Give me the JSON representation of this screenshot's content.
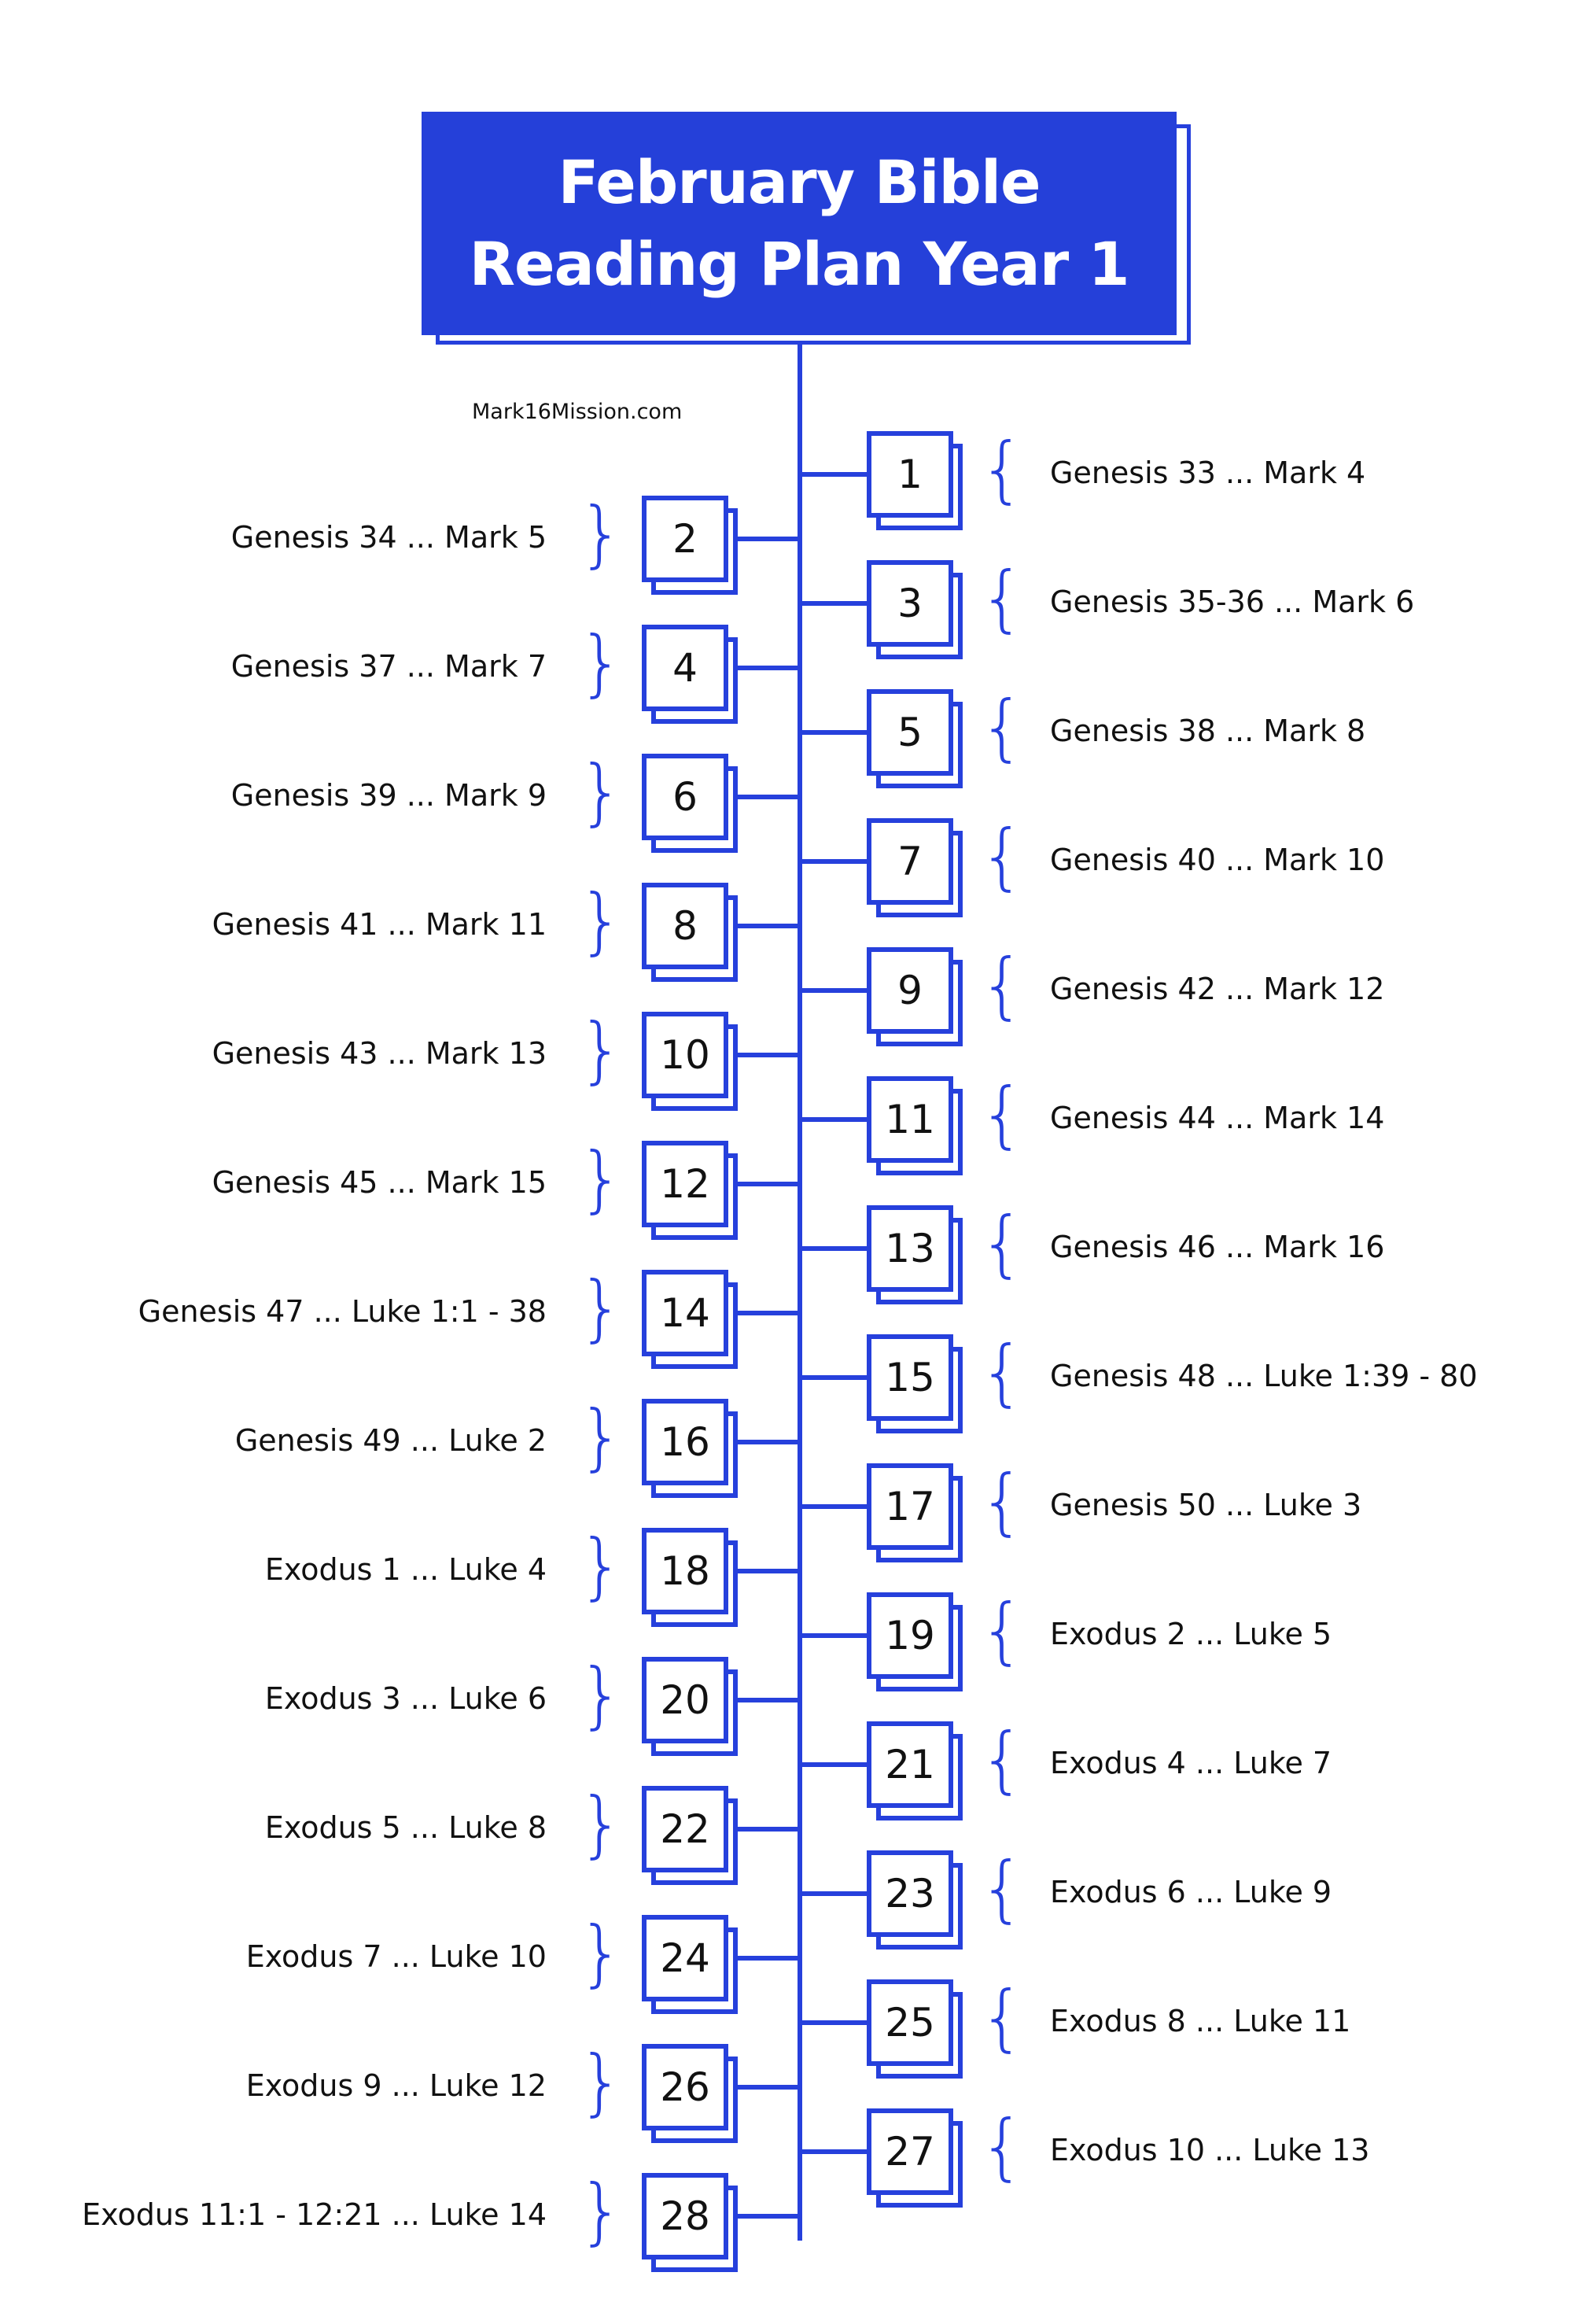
{
  "header": {
    "title_line1": "February Bible",
    "title_line2": "Reading Plan Year 1",
    "site": "Mark16Mission.com"
  },
  "colors": {
    "accent": "#2540d9",
    "text": "#111111",
    "background": "#ffffff"
  },
  "icons": {
    "brace_left": "{",
    "brace_right": "}"
  },
  "days": [
    {
      "day": "1",
      "reading": "Genesis 33 ... Mark 4"
    },
    {
      "day": "2",
      "reading": "Genesis 34 ... Mark 5"
    },
    {
      "day": "3",
      "reading": "Genesis 35-36 ... Mark 6"
    },
    {
      "day": "4",
      "reading": "Genesis 37 ... Mark 7"
    },
    {
      "day": "5",
      "reading": "Genesis 38 ... Mark 8"
    },
    {
      "day": "6",
      "reading": "Genesis 39 ... Mark 9"
    },
    {
      "day": "7",
      "reading": "Genesis 40 ... Mark 10"
    },
    {
      "day": "8",
      "reading": "Genesis 41 ... Mark 11"
    },
    {
      "day": "9",
      "reading": "Genesis 42 ... Mark 12"
    },
    {
      "day": "10",
      "reading": "Genesis 43 ... Mark 13"
    },
    {
      "day": "11",
      "reading": "Genesis 44 ... Mark 14"
    },
    {
      "day": "12",
      "reading": "Genesis 45 ... Mark 15"
    },
    {
      "day": "13",
      "reading": "Genesis 46 ... Mark 16"
    },
    {
      "day": "14",
      "reading": "Genesis 47 ... Luke 1:1 - 38"
    },
    {
      "day": "15",
      "reading": "Genesis 48 ... Luke 1:39 - 80"
    },
    {
      "day": "16",
      "reading": "Genesis 49 ... Luke 2"
    },
    {
      "day": "17",
      "reading": "Genesis 50 ... Luke 3"
    },
    {
      "day": "18",
      "reading": "Exodus 1 ... Luke 4"
    },
    {
      "day": "19",
      "reading": "Exodus 2 ... Luke 5"
    },
    {
      "day": "20",
      "reading": "Exodus 3 ... Luke 6"
    },
    {
      "day": "21",
      "reading": "Exodus 4 ... Luke 7"
    },
    {
      "day": "22",
      "reading": "Exodus 5 ... Luke 8"
    },
    {
      "day": "23",
      "reading": "Exodus 6 ... Luke 9"
    },
    {
      "day": "24",
      "reading": "Exodus 7 ... Luke 10"
    },
    {
      "day": "25",
      "reading": "Exodus 8 ... Luke 11"
    },
    {
      "day": "26",
      "reading": "Exodus 9 ... Luke 12"
    },
    {
      "day": "27",
      "reading": "Exodus 10 ... Luke 13"
    },
    {
      "day": "28",
      "reading": "Exodus 11:1 - 12:21 ... Luke 14"
    }
  ]
}
